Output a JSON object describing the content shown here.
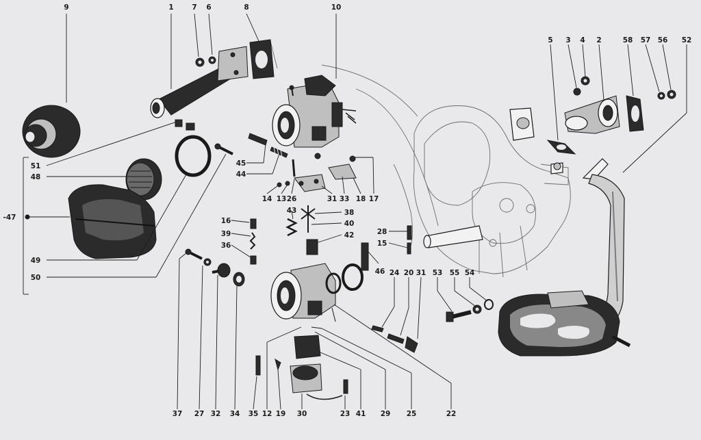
{
  "callouts": {
    "c1": "1",
    "c2": "2",
    "c3": "3",
    "c4": "4",
    "c5": "5",
    "c6": "6",
    "c7": "7",
    "c8": "8",
    "c9": "9",
    "c10": "10",
    "c12": "12",
    "c13": "13",
    "c14": "14",
    "c15": "15",
    "c16": "16",
    "c17": "17",
    "c18": "18",
    "c19": "19",
    "c20": "20",
    "c22": "22",
    "c23": "23",
    "c24": "24",
    "c25": "25",
    "c26": "26",
    "c27": "27",
    "c28": "28",
    "c29": "29",
    "c30": "30",
    "c31a": "31",
    "c31b": "31",
    "c32": "32",
    "c33": "33",
    "c34": "34",
    "c35": "35",
    "c36": "36",
    "c37": "37",
    "c38": "38",
    "c39": "39",
    "c40": "40",
    "c41": "41",
    "c42": "42",
    "c43": "43",
    "c44": "44",
    "c45": "45",
    "c46": "46",
    "c47": "-47",
    "c48": "48",
    "c49": "49",
    "c50": "50",
    "c51": "51",
    "c52": "52",
    "c53": "53",
    "c54": "54",
    "c55": "55",
    "c56": "56",
    "c57": "57",
    "c58": "58"
  }
}
